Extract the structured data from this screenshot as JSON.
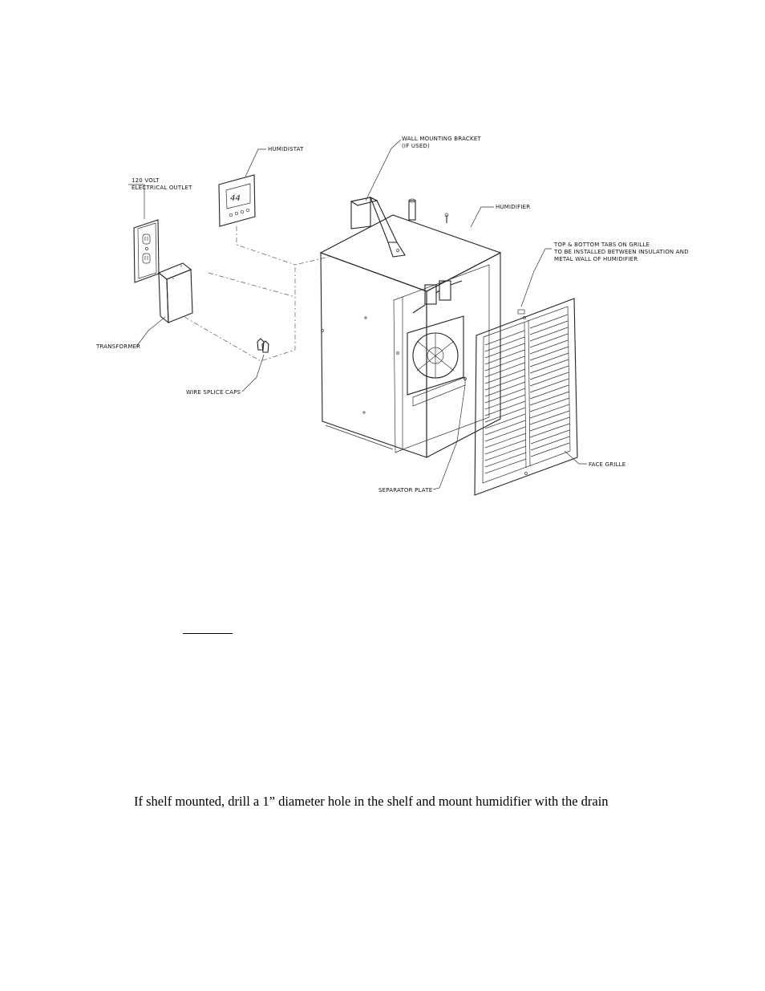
{
  "diagram": {
    "labels": {
      "outlet_line1": "120 VOLT",
      "outlet_line2": "ELECTRICAL OUTLET",
      "humidistat": "HUMIDISTAT",
      "bracket_line1": "WALL MOUNTING BRACKET",
      "bracket_line2": "(IF USED)",
      "humidifier": "HUMIDIFIER",
      "tabs_line1": "TOP & BOTTOM TABS ON GRILLE",
      "tabs_line2": "TO BE INSTALLED BETWEEN INSULATION AND",
      "tabs_line3": "METAL WALL OF HUMIDIFIER",
      "transformer": "TRANSFORMER",
      "wire_caps": "WIRE SPLICE CAPS",
      "separator": "SEPARATOR PLATE",
      "face_grille": "FACE GRILLE",
      "display_reading": "44"
    }
  },
  "text": {
    "body_line": "If shelf mounted, drill a 1” diameter hole in the shelf and mount humidifier with the drain"
  }
}
